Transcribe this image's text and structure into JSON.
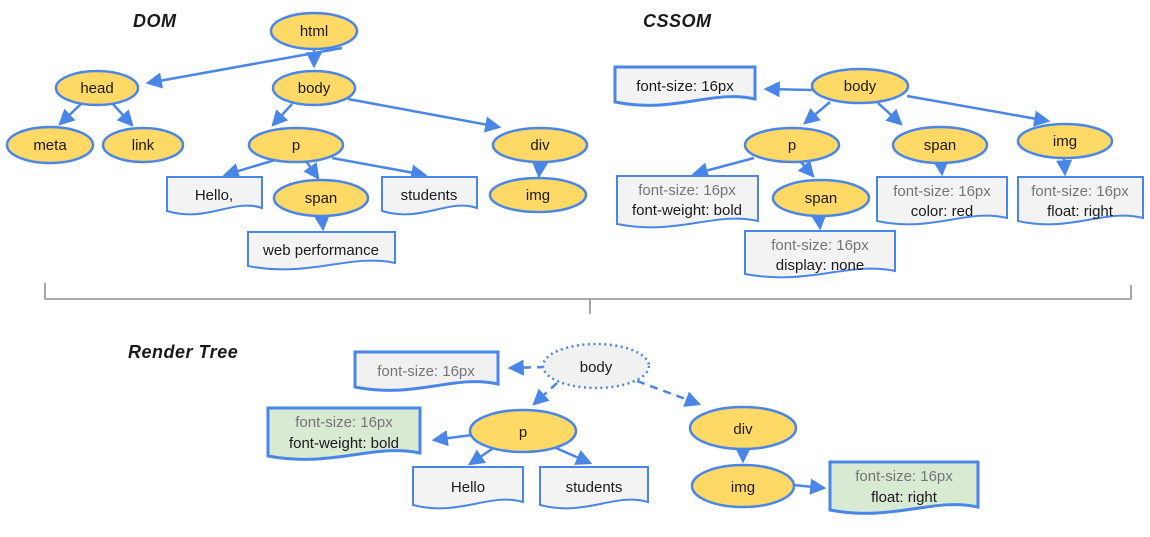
{
  "colors": {
    "node_fill": "#FFD966",
    "node_stroke": "#4A86E8",
    "arrow_blue": "#4A86E8",
    "doc_fill": "#F3F3F3",
    "render_green_fill": "#D9EAD3",
    "render_body_fill": "#F1F1F1",
    "text": "#1A1A1A",
    "muted_text": "#757575",
    "bracket_gray": "#909090"
  },
  "dom": {
    "title": "DOM",
    "nodes": {
      "html": "html",
      "head": "head",
      "body": "body",
      "meta": "meta",
      "link": "link",
      "p": "p",
      "div": "div",
      "span": "span",
      "img": "img"
    },
    "texts": {
      "hello": "Hello,",
      "students": "students",
      "webperf": "web performance"
    }
  },
  "cssom": {
    "title": "CSSOM",
    "nodes": {
      "body": "body",
      "p": "p",
      "span": "span",
      "img": "img",
      "span_in_p": "span"
    },
    "rules": {
      "body": [
        "font-size: 16px"
      ],
      "p": [
        "font-size: 16px",
        "font-weight: bold"
      ],
      "span": [
        "font-size: 16px",
        "color: red"
      ],
      "img": [
        "font-size: 16px",
        "float: right"
      ],
      "span_in_p": [
        "font-size: 16px",
        "display: none"
      ]
    }
  },
  "render_tree": {
    "title": "Render Tree",
    "nodes": {
      "body": "body",
      "p": "p",
      "div": "div",
      "img": "img"
    },
    "texts": {
      "hello": "Hello",
      "students": "students"
    },
    "styles": {
      "body": [
        "font-size: 16px"
      ],
      "p": [
        "font-size: 16px",
        "font-weight: bold"
      ],
      "img": [
        "font-size: 16px",
        "float: right"
      ]
    }
  }
}
